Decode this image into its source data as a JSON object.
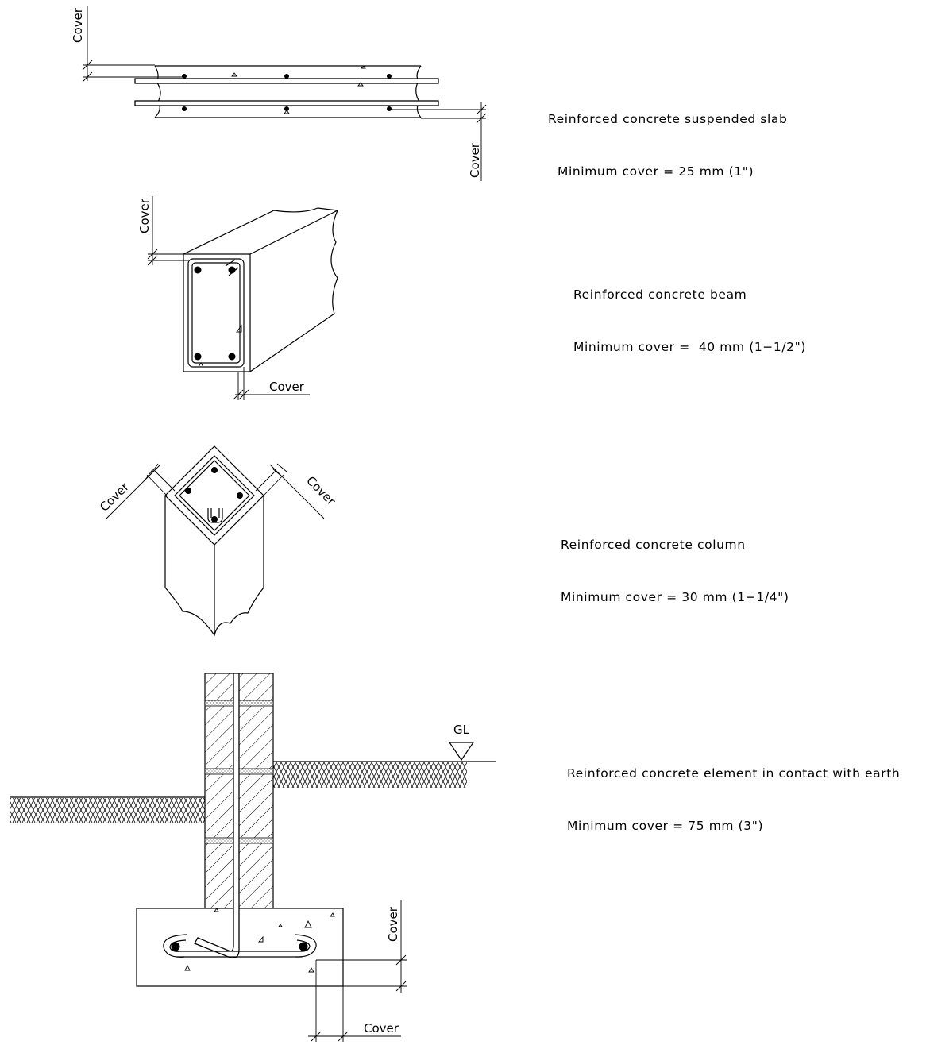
{
  "labels": {
    "cover": "Cover",
    "ground_level": "GL"
  },
  "notes": {
    "slab": {
      "title": "Reinforced concrete suspended slab",
      "cover": "Minimum cover = 25 mm (1\")"
    },
    "beam": {
      "title": "Reinforced concrete beam",
      "cover": "Minimum cover =  40 mm (1−1/2\")"
    },
    "column": {
      "title": "Reinforced concrete column",
      "cover": "Minimum cover = 30 mm (1−1/4\")"
    },
    "earth": {
      "title": "Reinforced concrete element in contact with earth",
      "cover": "Minimum cover = 75 mm (3\")"
    }
  }
}
